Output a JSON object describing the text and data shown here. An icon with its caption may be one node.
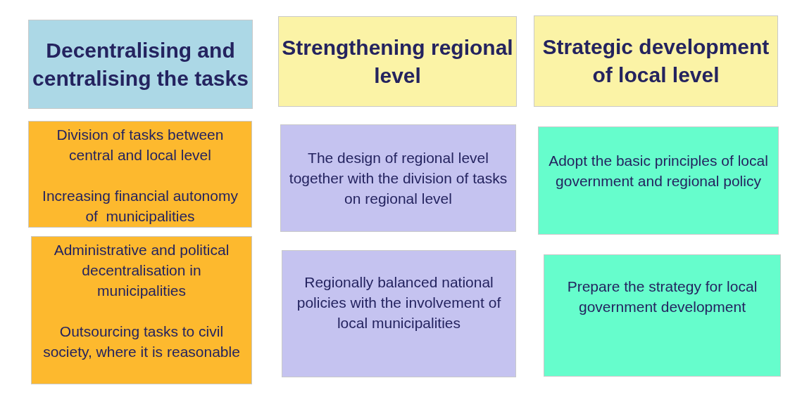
{
  "diagram": {
    "nodes": [
      {
        "text": [
          "Decentralising and centralising the tasks"
        ]
      },
      {
        "text": [
          "Strengthening regional level"
        ]
      },
      {
        "text": [
          "Strategic development of local level"
        ]
      },
      {
        "text": [
          "Division of tasks between central and local level",
          "Increasing financial autonomy of  municipalities"
        ]
      },
      {
        "text": [
          "The design of regional level together with the division of tasks on regional level"
        ]
      },
      {
        "text": [
          "Adopt the basic principles of local government and regional policy"
        ]
      },
      {
        "text": [
          "Administrative and political decentralisation in municipalities",
          "Outsourcing tasks to civil society, where it is reasonable"
        ]
      },
      {
        "text": [
          "Regionally balanced national policies with the involvement of local municipalities"
        ]
      },
      {
        "text": [
          "Prepare the strategy for local government development"
        ]
      }
    ]
  }
}
